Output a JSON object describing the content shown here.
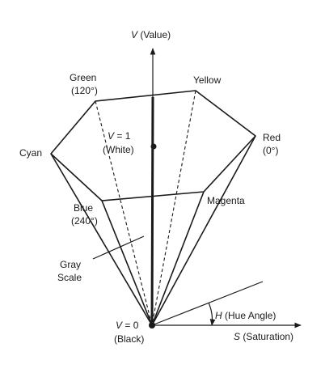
{
  "axes": {
    "value_prefix": "V",
    "value_text": " (Value)",
    "saturation_prefix": "S",
    "saturation_text": " (Saturation)",
    "hue_prefix": "H",
    "hue_text": " (Hue Angle)"
  },
  "vertices": {
    "green_name": "Green",
    "green_angle": "(120°)",
    "yellow_name": "Yellow",
    "red_name": "Red",
    "red_angle": "(0°)",
    "cyan_name": "Cyan",
    "blue_name": "Blue",
    "blue_angle": "(240°)",
    "magenta_name": "Magenta"
  },
  "points": {
    "white_prefix": "V",
    "white_eq": " = 1",
    "white_name": "(White)",
    "black_prefix": "V",
    "black_eq": " = 0",
    "black_name": "(Black)"
  },
  "gray_scale": {
    "line1": "Gray",
    "line2": "Scale"
  }
}
